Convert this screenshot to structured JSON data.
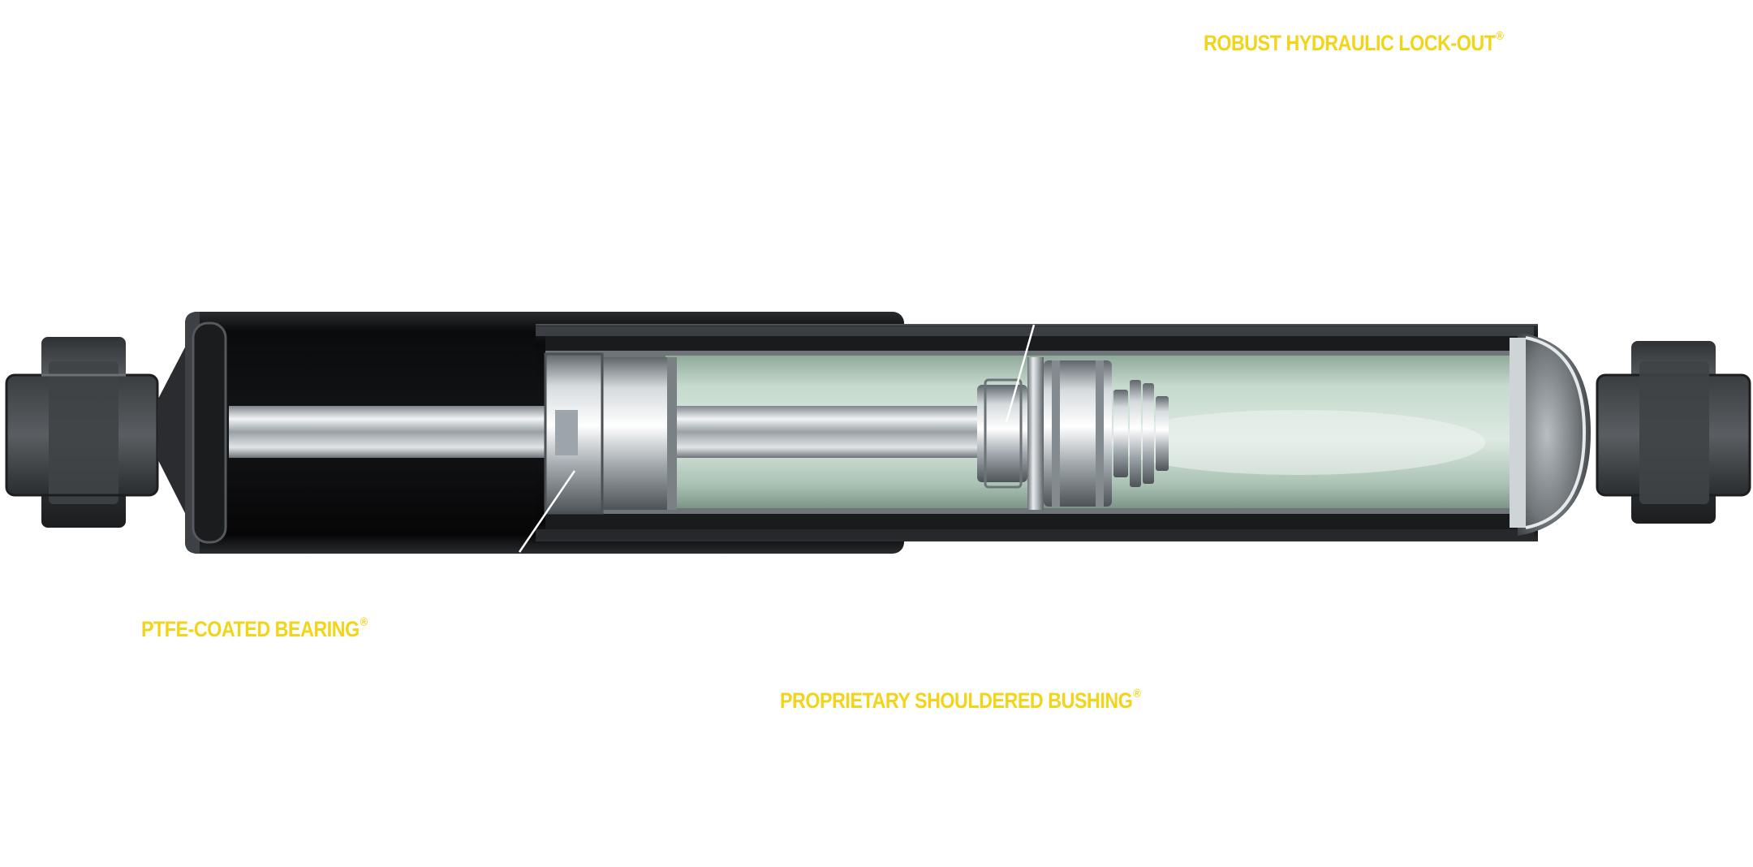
{
  "callouts": [
    {
      "text": "ROBUST HYDRAULIC LOCK-OUT",
      "mark": "®"
    },
    {
      "text": "PTFE-COATED BEARING",
      "mark": "®"
    },
    {
      "text": "PROPRIETARY SHOULDERED BUSHING",
      "mark": "®"
    }
  ],
  "colors": {
    "callout": "#f2d418",
    "body_black": "#0e0f11",
    "metal": "#c9ced2",
    "fluid": "#bcd3c6",
    "leader": "#ffffff"
  },
  "icons": [
    "shock-absorber-cutaway",
    "mounting-bushing-left",
    "mounting-bushing-right"
  ]
}
